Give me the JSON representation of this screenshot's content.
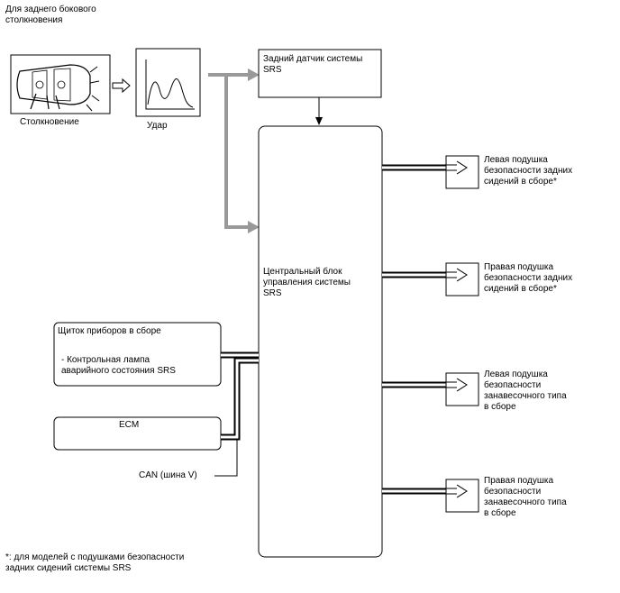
{
  "header": {
    "title": "Для заднего бокового\nстолкновения"
  },
  "collision": {
    "label": "Столкновение"
  },
  "impact": {
    "label": "Удар"
  },
  "rear_sensor": {
    "label": "Задний датчик системы\nSRS"
  },
  "central_unit": {
    "label": "Центральный блок\nуправления системы\nSRS"
  },
  "combination_meter": {
    "title": "Щиток приборов в сборе",
    "item": "- Контрольная лампа\nаварийного состояния SRS"
  },
  "ecm": {
    "label": "ECM"
  },
  "can_bus": {
    "label": "CAN (шина V)"
  },
  "outputs": [
    {
      "label": "Левая подушка\nбезопасности задних\nсидений в сборе*"
    },
    {
      "label": "Правая подушка\nбезопасности задних\nсидений в сборе*"
    },
    {
      "label": "Левая подушка\nбезопасности\nзанавесочного типа\nв сборе"
    },
    {
      "label": "Правая подушка\nбезопасности\nзанавесочного типа\nв сборе"
    }
  ],
  "footnote": {
    "text": "*: для моделей с подушками безопасности\nзадних сидений системы SRS"
  },
  "colors": {
    "line": "#000000",
    "mechanical_arrow": "#999999"
  },
  "icons": [
    "car-collision-icon",
    "impact-waveform-icon",
    "squib-icon"
  ]
}
